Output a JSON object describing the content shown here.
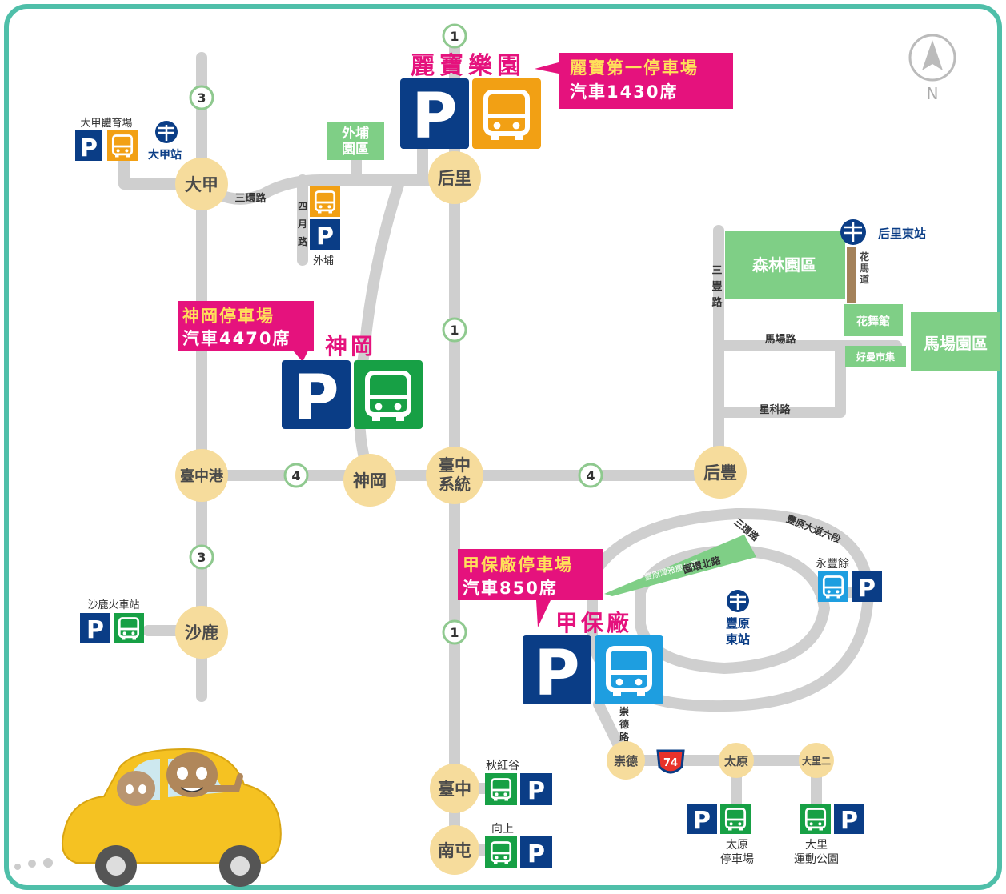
{
  "colors": {
    "frame": "#4fbfa9",
    "road": "#cfcfcf",
    "node": "#f6dc9c",
    "node_text": "#4a4a4a",
    "green_area": "#7fcf86",
    "magenta": "#e5127d",
    "parking_blue": "#0a3d86",
    "bus_orange": "#f2a014",
    "bus_green": "#17a045",
    "bus_blue": "#1e9ee0",
    "route_shield_border": "#8fc98f"
  },
  "icons": {
    "parking": "parking-icon",
    "bus": "bus-icon",
    "train": "train-station-icon",
    "compass": "north-compass-icon",
    "freeway": "freeway-74-shield"
  },
  "compass": {
    "label": "N"
  },
  "nodes": {
    "dajia": "大甲",
    "houli": "后里",
    "shengang": "神岡",
    "taichungport": "臺中港",
    "taichung_sys": "臺中\n系統",
    "houfeng": "后豐",
    "shalu": "沙鹿",
    "taichung": "臺中",
    "nantun": "南屯",
    "chongde": "崇德",
    "taiyuan": "太原",
    "dali2": "大里二"
  },
  "route_shields": {
    "r1": "1",
    "r3": "3",
    "r4": "4",
    "r74": "74"
  },
  "callouts": {
    "lihpao": {
      "title": "麗寶第一停車場",
      "line": "汽車1430席"
    },
    "shengang": {
      "title": "神岡停車場",
      "line": "汽車4470席"
    },
    "jiabao": {
      "title": "甲保廠停車場",
      "line": "汽車850席"
    }
  },
  "venues": {
    "lihpao": "麗寶樂園",
    "shengang": "神岡",
    "jiabao": "甲保廠"
  },
  "labels": {
    "dajia_gym": "大甲體育場",
    "dajia_station": "大甲站",
    "waipu_area": "外埔\n園區",
    "sihuanlu": "三環路",
    "siyuelu": "四\n月\n路",
    "waipu": "外埔",
    "forest_area": "森林園區",
    "houli_east": "后里東站",
    "huamadao": "花\n馬\n道",
    "sanfenglu": "三\n豐\n路",
    "machanglu": "馬場路",
    "flower_hall": "花舞館",
    "market": "好曼市集",
    "horse_area": "馬場園區",
    "xingkelu": "星科路",
    "fengyuan_blvd": "豐原大道六段",
    "sanhuan_ne": "三環路",
    "tandy_park": "豐原潭雅慶公園",
    "yuanhuan_n": "園環北路",
    "yongfeng": "永豐餘",
    "fengyuan_east": "豐原\n東站",
    "chongdelu": "崇\n德\n路",
    "shalu_station": "沙鹿火車站",
    "qiuhonggu": "秋紅谷",
    "xiangshang": "向上",
    "taiyuan_parking": "太原\n停車場",
    "dali_park": "大里\n運動公園"
  },
  "parking_letter": "P"
}
